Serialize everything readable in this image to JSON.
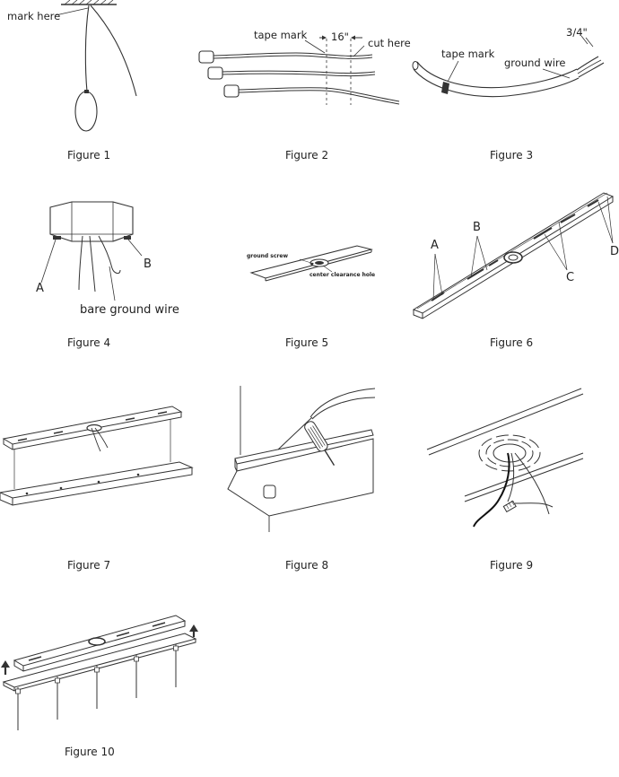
{
  "figures": {
    "f1": {
      "caption": "Figure 1",
      "labels": {
        "mark": "mark here"
      }
    },
    "f2": {
      "caption": "Figure 2",
      "labels": {
        "tape": "tape mark",
        "dim": "16\"",
        "cut": "cut here"
      }
    },
    "f3": {
      "caption": "Figure 3",
      "labels": {
        "tape": "tape mark",
        "ground": "ground wire",
        "dim": "3/4\""
      }
    },
    "f4": {
      "caption": "Figure 4",
      "labels": {
        "a": "A",
        "b": "B",
        "wire": "bare ground wire"
      }
    },
    "f5": {
      "caption": "Figure 5",
      "labels": {
        "screw": "ground screw",
        "hole": "center clearance hole"
      }
    },
    "f6": {
      "caption": "Figure 6",
      "labels": {
        "a": "A",
        "b": "B",
        "c": "C",
        "d": "D"
      }
    },
    "f7": {
      "caption": "Figure 7"
    },
    "f8": {
      "caption": "Figure 8"
    },
    "f9": {
      "caption": "Figure 9"
    },
    "f10": {
      "caption": "Figure 10"
    }
  },
  "colors": {
    "line": "#333333",
    "background": "#ffffff"
  }
}
